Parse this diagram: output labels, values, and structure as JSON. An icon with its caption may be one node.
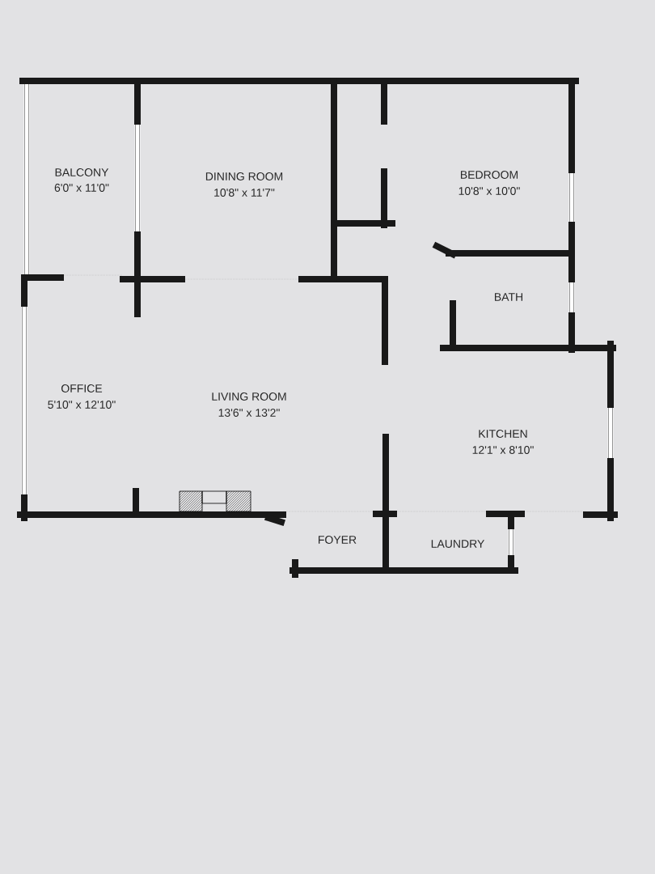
{
  "diagram": {
    "labels": [
      "BALCONY",
      "6'0\" x 11'0\"",
      "DINING ROOM",
      "10'8\" x 11'7\"",
      "BEDROOM",
      "10'8\" x 10'0\"",
      "BATH",
      "OFFICE",
      "5'10\" x 12'10\"",
      "LIVING ROOM",
      "13'6\" x 13'2\"",
      "KITCHEN",
      "12'1\" x 8'10\"",
      "FOYER",
      "LAUNDRY"
    ]
  }
}
